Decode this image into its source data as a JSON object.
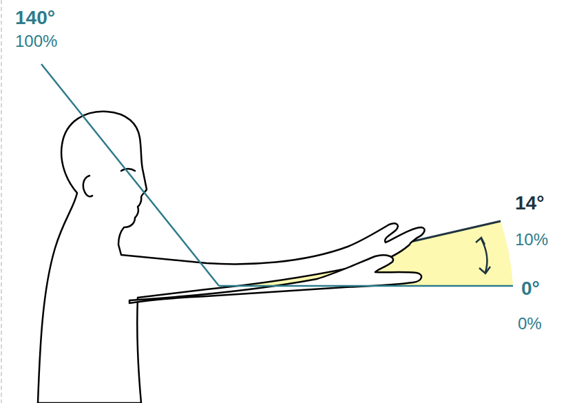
{
  "diagram": {
    "labels": [
      "140°",
      "100%",
      "14°",
      "10%",
      "0°",
      "0%"
    ]
  }
}
